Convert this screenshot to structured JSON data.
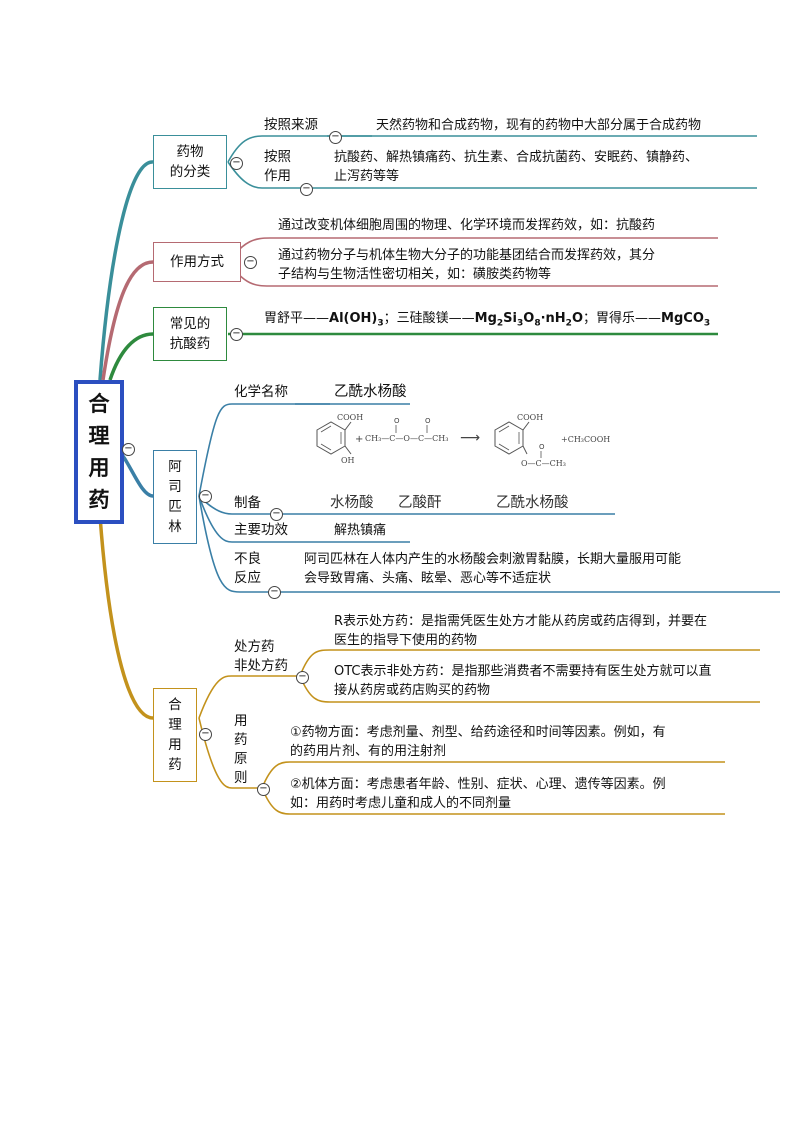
{
  "root": {
    "chars": [
      "合",
      "理",
      "用",
      "药"
    ]
  },
  "colors": {
    "teal": "#3a8f9a",
    "rose": "#b56a72",
    "green": "#2e8a3e",
    "blue": "#3a7fa6",
    "gold": "#c3921c",
    "root_border": "#2b4fc0"
  },
  "classification": {
    "title_lines": [
      "药物",
      "的分类"
    ],
    "by_source_label": "按照来源",
    "by_source_text": "天然药物和合成药物，现有的药物中大部分属于合成药物",
    "by_action_label_lines": [
      "按照",
      "作用"
    ],
    "by_action_text_lines": [
      "抗酸药、解热镇痛药、抗生素、合成抗菌药、安眠药、镇静药、",
      "止泻药等等"
    ]
  },
  "mode": {
    "title": "作用方式",
    "line1": "通过改变机体细胞周围的物理、化学环境而发挥药效，如：抗酸药",
    "line2_lines": [
      "通过药物分子与机体生物大分子的功能基团结合而发挥药效，其分",
      "子结构与生物活性密切相关，如：磺胺类药物等"
    ]
  },
  "antacid": {
    "title_lines": [
      "常见的",
      "抗酸药"
    ],
    "drug1": "胃舒平",
    "drug1_formula": "Al(OH)",
    "drug1_sub": "3",
    "drug2": "三硅酸镁",
    "drug2_formula_a": "Mg",
    "drug2_sub_a": "2",
    "drug2_formula_b": "Si",
    "drug2_sub_b": "3",
    "drug2_formula_c": "O",
    "drug2_sub_c": "8",
    "drug2_formula_d": "·nH",
    "drug2_sub_d": "2",
    "drug2_formula_e": "O",
    "drug3": "胃得乐",
    "drug3_formula": "MgCO",
    "drug3_sub": "3"
  },
  "aspirin": {
    "title_chars": [
      "阿",
      "司",
      "匹",
      "林"
    ],
    "chem_name_label": "化学名称",
    "chem_name": "乙酰水杨酸",
    "prep_label": "制备",
    "reaction": {
      "r1_cooh": "COOH",
      "r1_oh": "OH",
      "plus1": "+",
      "r2": "CH₃—C—O—C—CH₃",
      "o1": "O",
      "o2": "O",
      "arrow": "⟶",
      "p1_cooh": "COOH",
      "p1_o": "O—C—CH₃",
      "p1_o_top": "O",
      "plus2": "+CH₃COOH",
      "names": [
        "水杨酸",
        "乙酸酐",
        "乙酰水杨酸"
      ]
    },
    "effect_label": "主要功效",
    "effect": "解热镇痛",
    "adverse_label_lines": [
      "不良",
      "反应"
    ],
    "adverse_lines": [
      "阿司匹林在人体内产生的水杨酸会刺激胃黏膜，长期大量服用可能",
      "会导致胃痛、头痛、眩晕、恶心等不适症状"
    ]
  },
  "rational": {
    "title_chars": [
      "合",
      "理",
      "用",
      "药"
    ],
    "rx_label_lines": [
      "处方药",
      "非处方药"
    ],
    "rx_text_lines": [
      "R表示处方药：是指需凭医生处方才能从药房或药店得到，并要在",
      "医生的指导下使用的药物"
    ],
    "otc_text_lines": [
      "OTC表示非处方药：是指那些消费者不需要持有医生处方就可以直",
      "接从药房或药店购买的药物"
    ],
    "principle_label_chars": [
      "用",
      "药",
      "原",
      "则"
    ],
    "p1_lines": [
      "①药物方面：考虑剂量、剂型、给药途径和时间等因素。例如，有",
      "的药用片剂、有的用注射剂"
    ],
    "p2_lines": [
      "②机体方面：考虑患者年龄、性别、症状、心理、遗传等因素。例",
      "如：用药时考虑儿童和成人的不同剂量"
    ]
  },
  "collapse_glyph": "⊖"
}
